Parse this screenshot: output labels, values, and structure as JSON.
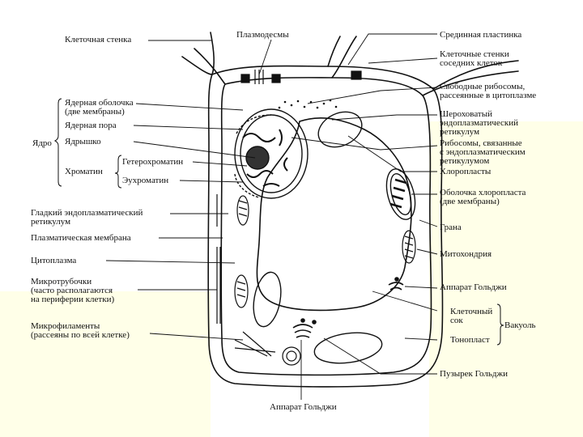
{
  "labels": {
    "plasmodesmata": "Плазмодесмы",
    "cell_wall": "Клеточная стенка",
    "middle_lamella": "Срединная пластинка",
    "neighbor_walls": "Клеточные стенки\nсоседних клеток",
    "free_ribosomes": "Свободные рибосомы,\nрассеянные в цитоплазме",
    "rough_er": "Шероховатый\nэндоплазматический\nретикулум",
    "bound_ribosomes": "Рибосомы, связанные\nс эндоплазматическим\nретикулумом",
    "chloroplasts": "Хлоропласты",
    "chloroplast_envelope": "Оболочка хлоропласта\n(две мембраны)",
    "grana": "Грана",
    "mitochondrion": "Митохондрия",
    "golgi_right": "Аппарат Гольджи",
    "cell_sap": "Клеточный\nсок",
    "vacuole": "Вакуоль",
    "tonoplast": "Тонопласт",
    "golgi_vesicle": "Пузырек Гольджи",
    "golgi_bottom": "Аппарат Гольджи",
    "nucleus": "Ядро",
    "nuclear_envelope": "Ядерная оболочка\n(две мембраны)",
    "nuclear_pore": "Ядерная пора",
    "nucleolus": "Ядрышко",
    "chromatin": "Хроматин",
    "heterochromatin": "Гетерохроматин",
    "euchromatin": "Эухроматин",
    "smooth_er": "Гладкий эндоплазматический\nретикулум",
    "plasma_membrane": "Плазматическая мембрана",
    "cytoplasm": "Цитоплазма",
    "microtubules": "Микротрубочки\n(часто располагаются\nна периферии клетки)",
    "microfilaments": "Микрофиламенты\n(рассеяны по всей клетке)"
  },
  "colors": {
    "ink": "#111111",
    "background": "#ffffff",
    "band": "#ffffe8"
  }
}
